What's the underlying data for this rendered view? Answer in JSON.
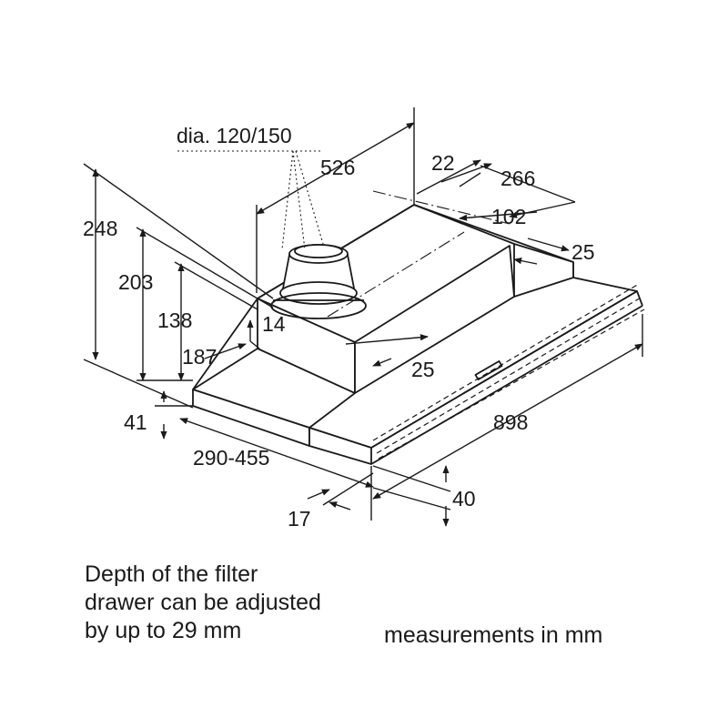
{
  "diagram": {
    "duct_diameter": "dia. 120/150",
    "dimensions": {
      "d526": "526",
      "d22": "22",
      "d266": "266",
      "d102": "102",
      "d25_rear": "25",
      "d248": "248",
      "d203": "203",
      "d138": "138",
      "d14": "14",
      "d187": "187",
      "d25_front": "25",
      "d41": "41",
      "d898": "898",
      "d290_455": "290-455",
      "d40": "40",
      "d17": "17"
    }
  },
  "notes": {
    "filter_drawer": [
      "Depth of the filter",
      "drawer can be adjusted",
      "by up to 29 mm"
    ],
    "units": "measurements in mm"
  },
  "colors": {
    "line": "#1a1a1a",
    "background": "#ffffff"
  }
}
